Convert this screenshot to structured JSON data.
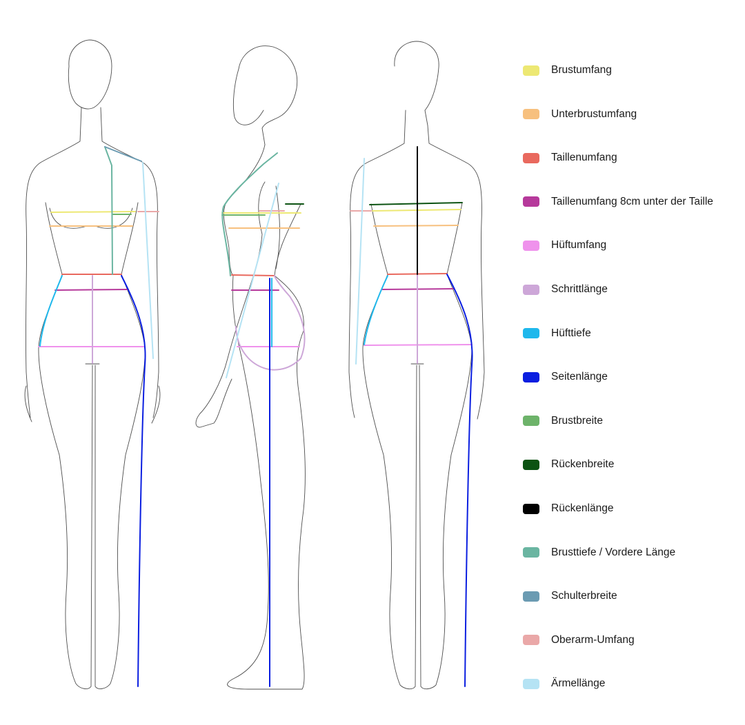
{
  "legend": {
    "items": [
      {
        "label": "Brustumfang",
        "color": "#ede873"
      },
      {
        "label": "Unterbrustumfang",
        "color": "#f7c07e"
      },
      {
        "label": "Taillenumfang",
        "color": "#e9695e"
      },
      {
        "label": "Taillenumfang 8cm unter der Taille",
        "color": "#b6399b"
      },
      {
        "label": "Hüftumfang",
        "color": "#ef92ec"
      },
      {
        "label": "Schrittlänge",
        "color": "#cda7d8"
      },
      {
        "label": "Hüfttiefe",
        "color": "#1fb8ec"
      },
      {
        "label": "Seitenlänge",
        "color": "#0a1ee0"
      },
      {
        "label": "Brustbreite",
        "color": "#6db36a"
      },
      {
        "label": "Rückenbreite",
        "color": "#0c5312"
      },
      {
        "label": "Rückenlänge",
        "color": "#000000"
      },
      {
        "label": "Brusttiefe / Vordere Länge",
        "color": "#6ab5a1"
      },
      {
        "label": "Schulterbreite",
        "color": "#6b9bb2"
      },
      {
        "label": "Oberarm-Umfang",
        "color": "#eaa8a8"
      },
      {
        "label": "Ärmellänge",
        "color": "#b5e3f4"
      }
    ]
  },
  "figures": [
    {
      "view": "front"
    },
    {
      "view": "side"
    },
    {
      "view": "back"
    }
  ]
}
